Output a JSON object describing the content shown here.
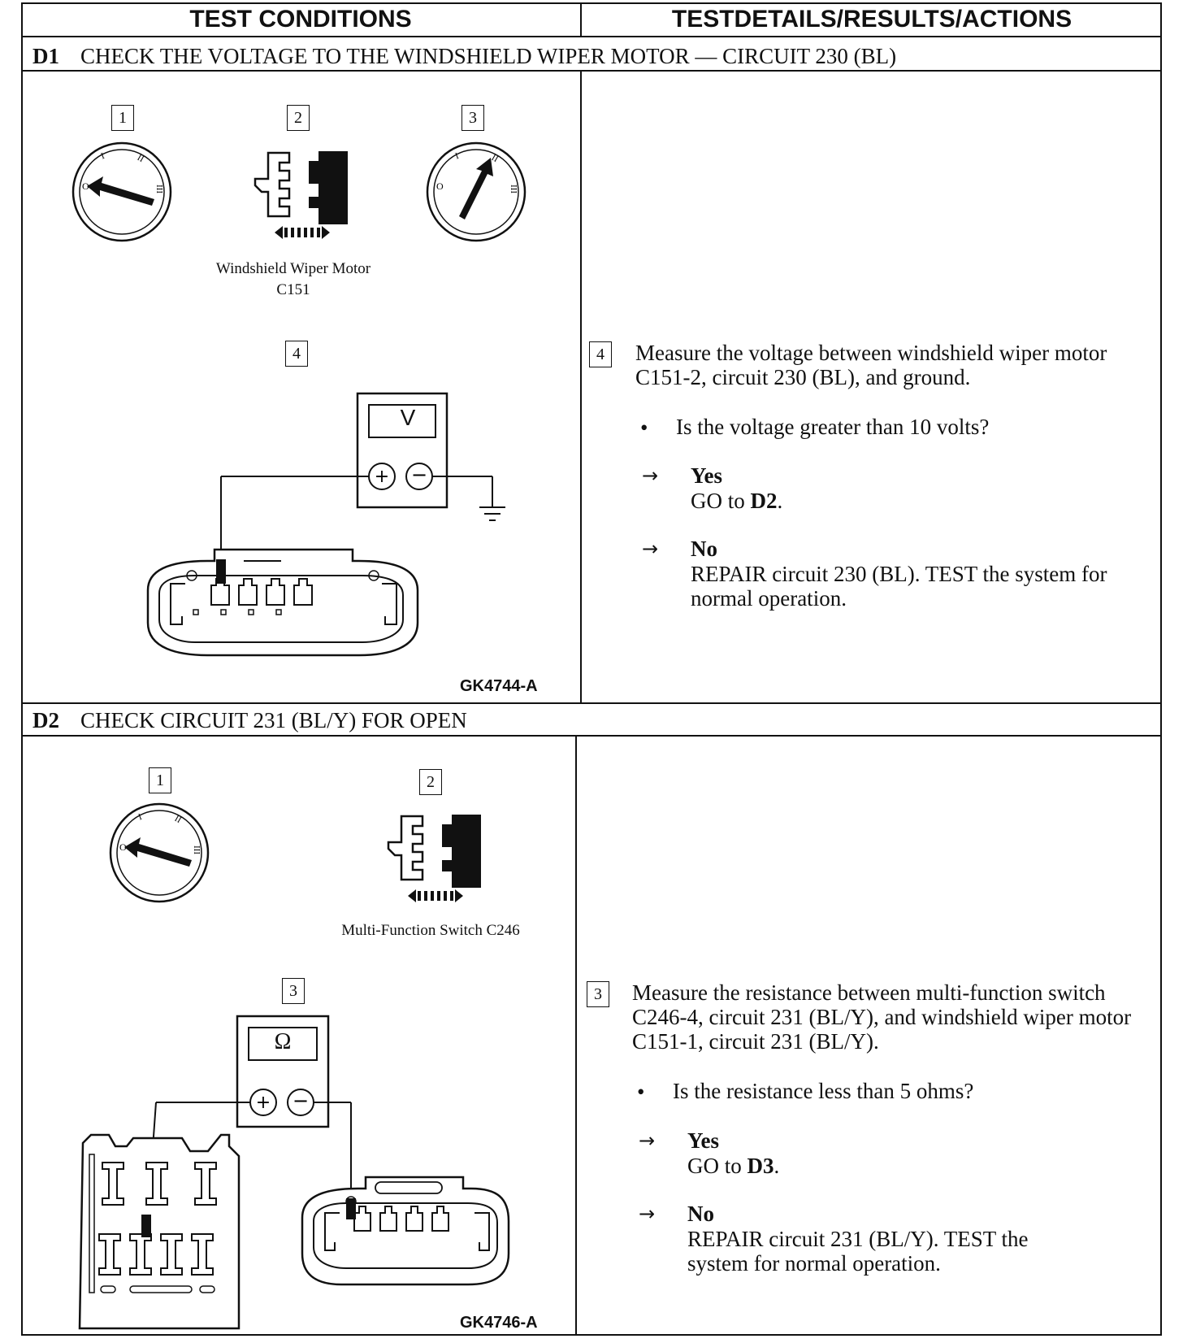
{
  "headers": {
    "left": "TEST CONDITIONS",
    "right": "TESTDETAILS/RESULTS/ACTIONS"
  },
  "d1": {
    "id": "D1",
    "title": "CHECK THE VOLTAGE TO THE WINDSHIELD WIPER MOTOR — CIRCUIT 230 (BL)",
    "steps": [
      "1",
      "2",
      "3",
      "4"
    ],
    "connector_caption_1": "Windshield Wiper Motor",
    "connector_caption_2": "C151",
    "meter_label": "V",
    "figure_id": "GK4744-A",
    "detail_step": "4",
    "instruction": "Measure the voltage between windshield wiper motor C151-2, circuit 230 (BL), and ground.",
    "question": "Is the voltage greater than 10 volts?",
    "yes_label": "Yes",
    "yes_action_pre": "GO to ",
    "yes_action_ref": "D2",
    "yes_action_post": ".",
    "no_label": "No",
    "no_action": "REPAIR circuit 230 (BL). TEST the system for normal operation."
  },
  "d2": {
    "id": "D2",
    "title": "CHECK CIRCUIT 231 (BL/Y) FOR OPEN",
    "steps": [
      "1",
      "2",
      "3"
    ],
    "connector_caption": "Multi-Function Switch C246",
    "meter_label": "Ω",
    "figure_id": "GK4746-A",
    "detail_step": "3",
    "instruction": "Measure the resistance between multi-function switch C246-4, circuit 231 (BL/Y), and windshield wiper motor C151-1, circuit 231 (BL/Y).",
    "question": "Is the resistance less than 5 ohms?",
    "yes_label": "Yes",
    "yes_action_pre": "GO to ",
    "yes_action_ref": "D3",
    "yes_action_post": ".",
    "no_label": "No",
    "no_action": "REPAIR circuit 231 (BL/Y). TEST the system for normal operation."
  }
}
